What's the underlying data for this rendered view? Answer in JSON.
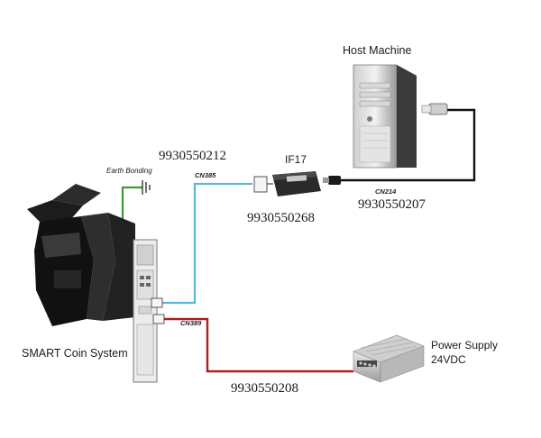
{
  "labels": {
    "host_machine": "Host Machine",
    "if17": "IF17",
    "earth_bonding": "Earth Bonding",
    "smart_coin_system": "SMART Coin System",
    "power_supply_line1": "Power Supply",
    "power_supply_line2": "24VDC"
  },
  "connectors": {
    "cn385": "CN385",
    "cn214": "CN214",
    "cn389": "CN389"
  },
  "part_numbers": {
    "blue_cable": "9930550212",
    "if17_module": "9930550268",
    "usb_cable": "9930550207",
    "power_cable": "9930550208"
  },
  "colors": {
    "earth_cable": "#3a9a3a",
    "data_cable": "#5ab8d6",
    "power_cable": "#b01e1e",
    "usb_cable": "#111111"
  }
}
